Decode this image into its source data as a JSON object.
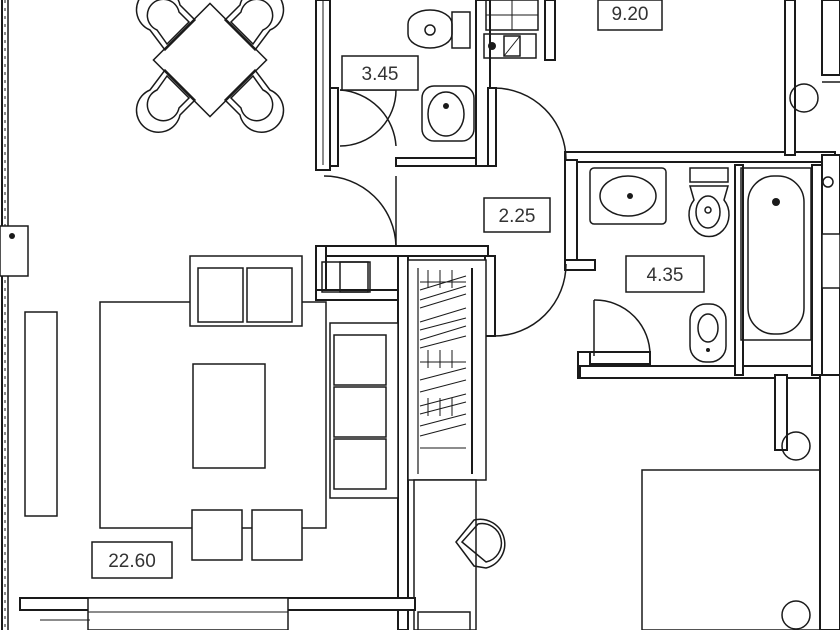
{
  "plan": {
    "rooms": [
      {
        "id": "top-right-room",
        "area": "9.20"
      },
      {
        "id": "small-wc",
        "area": "3.45"
      },
      {
        "id": "hallway",
        "area": "2.25"
      },
      {
        "id": "bathroom",
        "area": "4.35"
      },
      {
        "id": "living-room",
        "area": "22.60"
      }
    ],
    "colors": {
      "line": "#1a1a1a",
      "background": "#ffffff",
      "label_text": "#333333"
    }
  }
}
